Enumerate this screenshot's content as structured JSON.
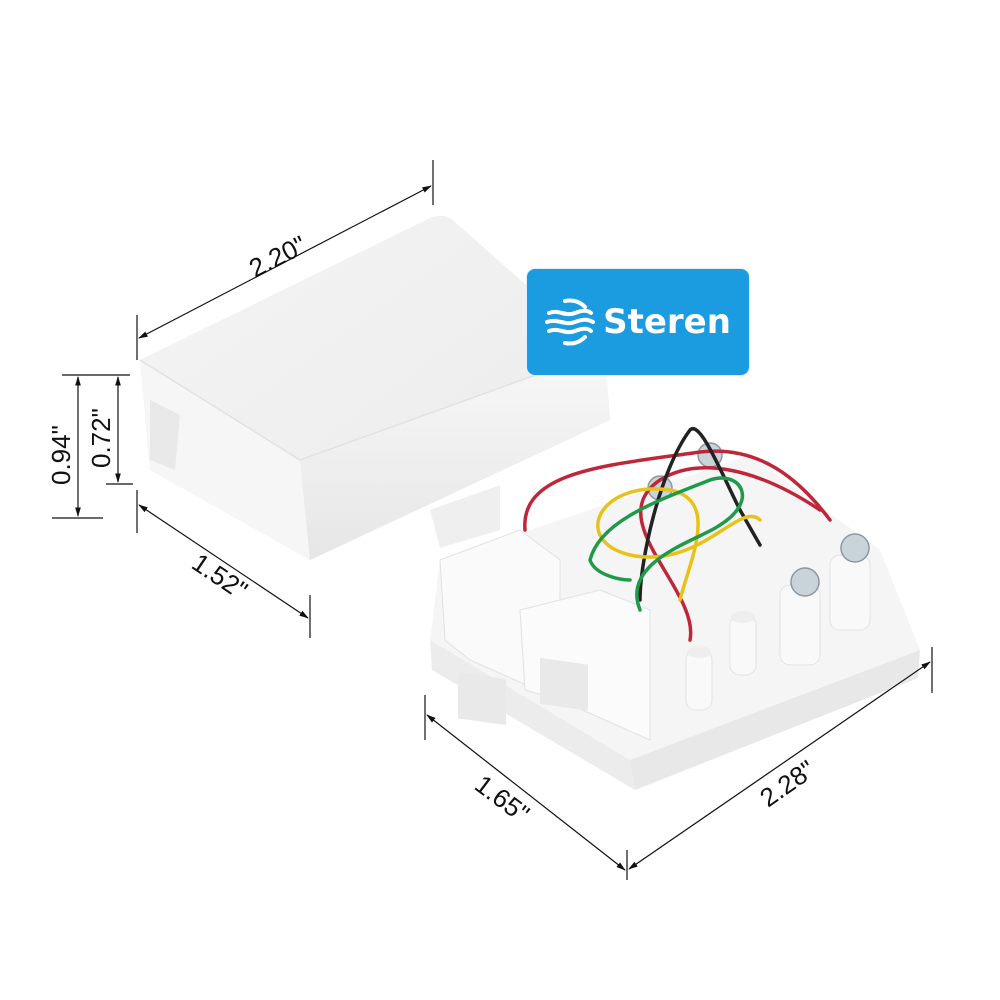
{
  "brand": {
    "name": "Steren",
    "background_color": "#1b9be0",
    "text_color": "#ffffff",
    "icon": "steren-globe-wave-icon"
  },
  "product": {
    "description": "Dual modular phone jack surface mount box with cover removed",
    "cover_color": "#f2f2f2",
    "base_color": "#f7f7f7",
    "wire_colors": {
      "red": "#c0263a",
      "black": "#222222",
      "yellow": "#e8c21a",
      "green": "#1f9a4a"
    }
  },
  "dimensions": {
    "cover_length": "2.20\"",
    "cover_total_height": "0.94\"",
    "cover_inner_height": "0.72\"",
    "cover_width": "1.52\"",
    "base_width": "1.65\"",
    "base_length": "2.28\""
  }
}
